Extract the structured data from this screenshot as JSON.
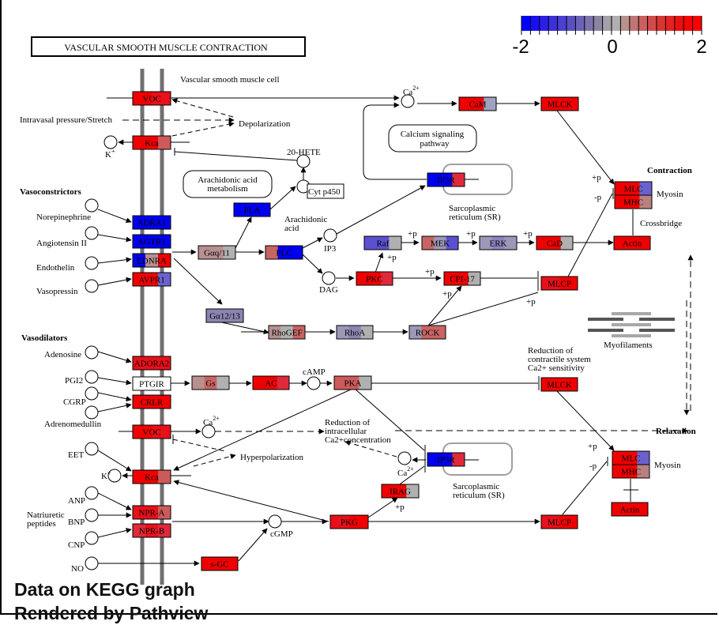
{
  "title": "VASCULAR SMOOTH MUSCLE CONTRACTION",
  "legend": {
    "min_label": "-2",
    "mid_label": "0",
    "max_label": "2",
    "colors": [
      "#0000FF",
      "#1A0FF2",
      "#2B1FE6",
      "#3B30DA",
      "#4B40CF",
      "#5B50C3",
      "#6B61B7",
      "#7C73AB",
      "#8C84A0",
      "#A3A0A8",
      "#B0B0B0",
      "#B7928F",
      "#C17474",
      "#CA5F5F",
      "#D34A4A",
      "#DB3434",
      "#E32222",
      "#EB1010",
      "#F30505",
      "#FF0000"
    ]
  },
  "labels": {
    "cell": "Vascular smooth muscle cell",
    "pressure": "Intravasal pressure/Stretch",
    "depolarization": "Depolarization",
    "k_plus": "K",
    "k_sup": "+",
    "hete": "20-HETE",
    "cyt_p450": "Cyt p450",
    "aa_metab_1": "Arachidonic acid",
    "aa_metab_2": "metabolism",
    "arachidonic_1": "Arachidonic",
    "arachidonic_2": "acid",
    "calcium_path_1": "Calcium signaling",
    "calcium_path_2": "pathway",
    "sr_1": "Sarcoplasmic",
    "sr_2": "reticulum (SR)",
    "vasoconstrictors": "Vasoconstrictors",
    "vasodilators": "Vasodilators",
    "norepinephrine": "Norepinephrine",
    "angiotensin": "Angiotensin II",
    "endothelin": "Endothelin",
    "vasopressin": "Vasopressin",
    "ip3": "IP3",
    "dag": "DAG",
    "ca": "Ca",
    "ca_sup": "2+",
    "plus_p": "+p",
    "minus_p": "-p",
    "contraction": "Contraction",
    "myosin": "Myosin",
    "crossbridge": "Crossbridge",
    "myofilaments": "Myofilaments",
    "reduction_sens_1": "Reduction of",
    "reduction_sens_2": "contractile system",
    "reduction_sens_3": "Ca2+ sensitivity",
    "adenosine": "Adenosine",
    "pgi2": "PGI2",
    "cgrp": "CGRP",
    "adrenomedullin": "Adrenomedullin",
    "camp": "cAMP",
    "reduction_ca_1": "Reduction of",
    "reduction_ca_2": "intracellular",
    "reduction_ca_3": "Ca2+concentration",
    "hyperpolarization": "Hyperpolarization",
    "relaxation": "Relaxation",
    "eet": "EET",
    "anp": "ANP",
    "bnp": "BNP",
    "cnp": "CNP",
    "natriuretic_1": "Natriuretic",
    "natriuretic_2": "peptides",
    "no": "NO",
    "cgmp": "cGMP"
  },
  "nodes": [
    {
      "id": "VOC_top",
      "label": "VOC",
      "colors": [
        "#F00000",
        "#E8101A"
      ]
    },
    {
      "id": "Kca_top",
      "label": "Kca",
      "colors": [
        "#F00000",
        "#F00000",
        "#CD5A5A"
      ]
    },
    {
      "id": "ADRA1",
      "label": "ADRA1",
      "colors": [
        "#0000F0"
      ]
    },
    {
      "id": "AGTR1",
      "label": "AGTR1",
      "colors": [
        "#0000F0"
      ]
    },
    {
      "id": "EDNRA",
      "label": "EDNRA",
      "colors": [
        "#0000F0",
        "#B89090",
        "#F00000"
      ]
    },
    {
      "id": "AVPR1",
      "label": "AVPR1",
      "colors": [
        "#F00000",
        "#F00000",
        "#6B61CC"
      ]
    },
    {
      "id": "Gaq11",
      "label": "Gαq/11",
      "colors": [
        "#B89090",
        "#B89090",
        "#B0B0B0"
      ]
    },
    {
      "id": "PLA",
      "label": "PLA",
      "colors": [
        "#0000F0"
      ]
    },
    {
      "id": "PLC",
      "label": "PLC",
      "colors": [
        "#C86464",
        "#0000F0",
        "#0000F0"
      ]
    },
    {
      "id": "Ga1213",
      "label": "Gα12/13",
      "colors": [
        "#8C84B0"
      ]
    },
    {
      "id": "RhoGEF",
      "label": "RhoGEF",
      "colors": [
        "#B89090",
        "#B0B0B0",
        "#C86464"
      ]
    },
    {
      "id": "RhoA",
      "label": "RhoA",
      "colors": [
        "#9C98B8",
        "#8C84B0",
        "#B0B0B0"
      ]
    },
    {
      "id": "ROCK",
      "label": "ROCK",
      "colors": [
        "#9C98B8",
        "#C86464",
        "#C86464"
      ]
    },
    {
      "id": "CaM",
      "label": "CaM",
      "colors": [
        "#F00000",
        "#F00000",
        "#A0A0C0"
      ]
    },
    {
      "id": "MLCK_top",
      "label": "MLCK",
      "colors": [
        "#F00000"
      ]
    },
    {
      "id": "IP3R_top",
      "label": "IP3R",
      "colors": [
        "#0000F0",
        "#0000F0",
        "#DE2A3A"
      ]
    },
    {
      "id": "Raf",
      "label": "Raf",
      "colors": [
        "#5B50CF",
        "#5B50CF",
        "#B0B0B0"
      ]
    },
    {
      "id": "MEK",
      "label": "MEK",
      "colors": [
        "#C86464",
        "#9C98B8",
        "#5B50CF"
      ]
    },
    {
      "id": "ERK",
      "label": "ERK",
      "colors": [
        "#9C98B8",
        "#8C84C0",
        "#9C98B8"
      ]
    },
    {
      "id": "CaD",
      "label": "CaD",
      "colors": [
        "#F00000",
        "#F00000",
        "#B0B0B0"
      ]
    },
    {
      "id": "PKC",
      "label": "PKC",
      "colors": [
        "#F00000",
        "#F00000",
        "#DE2A3A"
      ]
    },
    {
      "id": "CPI17",
      "label": "CPI-17",
      "colors": [
        "#F00000",
        "#F00000",
        "#B0B0B0"
      ]
    },
    {
      "id": "MLCP_top",
      "label": "MLCP",
      "colors": [
        "#E8101A",
        "#F00000"
      ]
    },
    {
      "id": "MLC_top",
      "label": "MLC",
      "colors": [
        "#F00000",
        "#F00000",
        "#6B61CC"
      ]
    },
    {
      "id": "MHC_top",
      "label": "MHC",
      "colors": [
        "#F00000",
        "#F00000",
        "#B98080"
      ]
    },
    {
      "id": "Actin_top",
      "label": "Actin",
      "colors": [
        "#F00000"
      ]
    },
    {
      "id": "ADORA2",
      "label": "ADORA2",
      "colors": [
        "#E8101A"
      ]
    },
    {
      "id": "PTGIR",
      "label": "PTGIR",
      "colors": [
        "#FFFFFF"
      ]
    },
    {
      "id": "CRLR",
      "label": "CRLR",
      "colors": [
        "#F00000"
      ]
    },
    {
      "id": "Gs",
      "label": "Gs",
      "colors": [
        "#B89090",
        "#C86464",
        "#B0B0B0"
      ]
    },
    {
      "id": "AC",
      "label": "AC",
      "colors": [
        "#F00000",
        "#F00000",
        "#DE2A3A"
      ]
    },
    {
      "id": "PKA",
      "label": "PKA",
      "colors": [
        "#CD5A5A",
        "#CD5A5A",
        "#B0B0B0"
      ]
    },
    {
      "id": "MLCK_bot",
      "label": "MLCK",
      "colors": [
        "#F00000"
      ]
    },
    {
      "id": "VOC_bot",
      "label": "VOC",
      "colors": [
        "#F00000",
        "#E8101A"
      ]
    },
    {
      "id": "Kca_bot",
      "label": "Kca",
      "colors": [
        "#F00000",
        "#F00000",
        "#CD5A5A"
      ]
    },
    {
      "id": "IP3R_bot",
      "label": "IP3R",
      "colors": [
        "#0000F0",
        "#0000F0",
        "#DE2A3A"
      ]
    },
    {
      "id": "IRAG",
      "label": "IRAG",
      "colors": [
        "#F00000",
        "#F00000",
        "#B0B0B0"
      ]
    },
    {
      "id": "NPRA",
      "label": "NPR-A",
      "colors": [
        "#E8101A",
        "#E8101A",
        "#CD5A5A"
      ]
    },
    {
      "id": "NPRB",
      "label": "NPR-B",
      "colors": [
        "#DE2A3A",
        "#E8101A",
        "#DE2A3A"
      ]
    },
    {
      "id": "PKG",
      "label": "PKG",
      "colors": [
        "#E8101A",
        "#F00000"
      ]
    },
    {
      "id": "MLCP_bot",
      "label": "MLCP",
      "colors": [
        "#E8101A",
        "#F00000"
      ]
    },
    {
      "id": "sGC",
      "label": "s-GC",
      "colors": [
        "#F00000"
      ]
    },
    {
      "id": "MLC_bot",
      "label": "MLC",
      "colors": [
        "#F00000",
        "#F00000",
        "#6B61CC"
      ]
    },
    {
      "id": "MHC_bot",
      "label": "MHC",
      "colors": [
        "#F00000",
        "#F00000",
        "#B98080"
      ]
    },
    {
      "id": "Actin_bot",
      "label": "Actin",
      "colors": [
        "#F00000"
      ]
    }
  ],
  "footer": {
    "line1": "Data on KEGG graph",
    "line2": "Rendered by Pathview"
  }
}
